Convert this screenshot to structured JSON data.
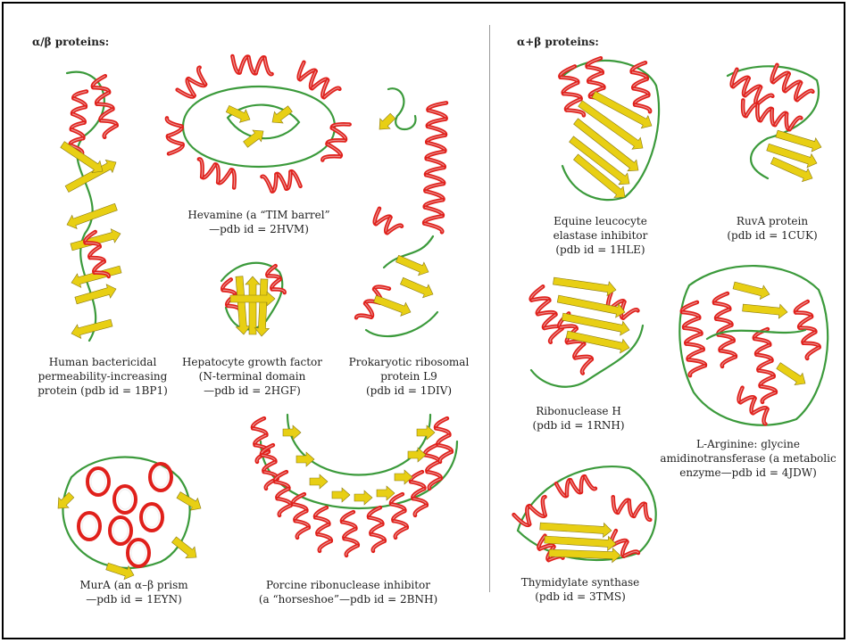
{
  "headings": {
    "alpha_beta": "α/β proteins:",
    "alpha_plus_beta": "α+β proteins:"
  },
  "colors": {
    "helix": "#e0201b",
    "strand": "#e8cf14",
    "coil": "#3b9a3b",
    "highlight": "#f1f1f1"
  },
  "captions": {
    "bp1": [
      "Human bactericidal",
      "permeability-increasing",
      "protein (pdb id = 1BP1)"
    ],
    "hvm": [
      "Hevamine (a “TIM barrel”",
      "—pdb id = 2HVM)"
    ],
    "hgf": [
      "Hepatocyte growth factor",
      "(N-terminal domain",
      "—pdb id = 2HGF)"
    ],
    "div": [
      "Prokaryotic ribosomal",
      "protein L9",
      "(pdb id = 1DIV)"
    ],
    "eyn": [
      "MurA (an α–β prism",
      "—pdb id = 1EYN)"
    ],
    "bnh": [
      "Porcine ribonuclease inhibitor",
      "(a “horseshoe”—pdb id = 2BNH)"
    ],
    "hle": [
      "Equine leucocyte",
      "elastase inhibitor",
      "(pdb id = 1HLE)"
    ],
    "cuk": [
      "RuvA protein",
      "(pdb id = 1CUK)"
    ],
    "rnh": [
      "Ribonuclease H",
      "(pdb id = 1RNH)"
    ],
    "jdw": [
      "L-Arginine: glycine",
      "amidinotransferase (a metabolic",
      "enzyme—pdb id = 4JDW)"
    ],
    "tms": [
      "Thymidylate synthase",
      "(pdb id = 3TMS)"
    ]
  }
}
